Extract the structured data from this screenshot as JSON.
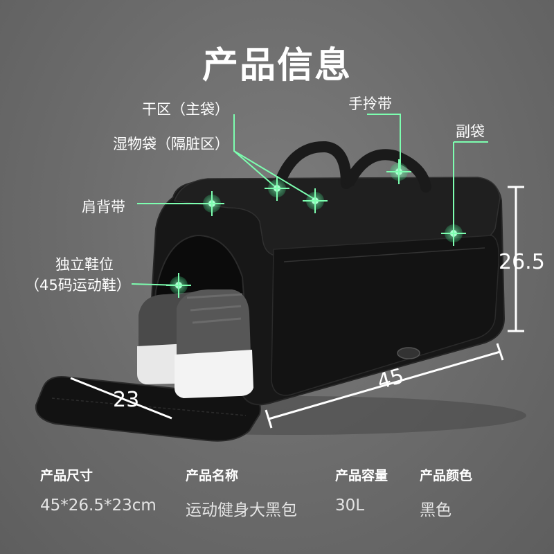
{
  "title": "产品信息",
  "callouts": {
    "dry_zone": "干区（主袋）",
    "wet_bag": "湿物袋（隔脏区）",
    "handle": "手拎带",
    "side_pocket": "副袋",
    "shoulder_strap": "肩背带",
    "shoe_line1": "独立鞋位",
    "shoe_line2": "（45码运动鞋）"
  },
  "dimensions": {
    "height": "26.5",
    "length": "45",
    "width": "23"
  },
  "specs": [
    {
      "label": "产品尺寸",
      "value": "45*26.5*23cm"
    },
    {
      "label": "产品名称",
      "value": "运动健身大黑包"
    },
    {
      "label": "产品容量",
      "value": "30L"
    },
    {
      "label": "产品颜色",
      "value": "黑色"
    }
  ],
  "colors": {
    "background": "#6e6e6e",
    "callout_green": "#7dffb0",
    "bag": "#151515",
    "text": "#ffffff"
  }
}
